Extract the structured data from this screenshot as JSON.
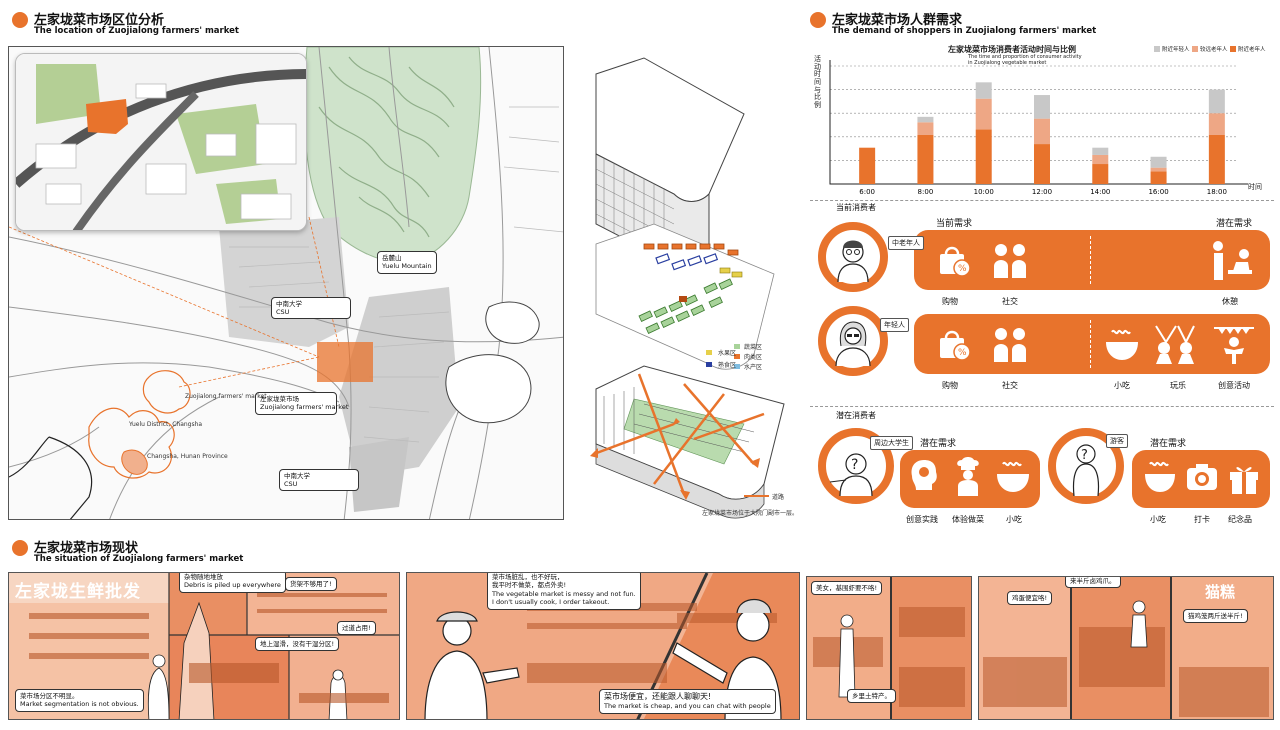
{
  "location": {
    "title": "左家垅菜市场区位分析",
    "subtitle": "The location of Zuojialong farmers' market",
    "labels": {
      "yuelu_cn": "岳麓山",
      "yuelu_en": "Yuelu Mountain",
      "csu1_cn": "中南大学",
      "csu1_en": "CSU",
      "market_cn": "左家垅菜市场",
      "market_en": "Zuojialong farmers' market",
      "csu2_cn": "中南大学",
      "csu2_en": "CSU",
      "zj_small": "Zuojialong farmers' market",
      "yuelu_district": "Yuelu District, Changsha",
      "changsha": "Changsha, Hunan Province"
    },
    "iso": {
      "legend": [
        "水果区",
        "蔬菜区",
        "熟食区",
        "肉类区",
        "水产区"
      ],
      "road_label": "道路",
      "caption": "左家垅菜市场位于大院门副市一层。"
    }
  },
  "demand": {
    "title": "左家垅菜市场人群需求",
    "subtitle": "The demand of shoppers in Zuojialong farmers' market",
    "chart_title": "左家垅菜市场消费者活动时间与比例",
    "chart_sub1": "The time and proportion of consumer activity",
    "chart_sub2": "in Zuojialong vegetable market",
    "ylabel": "活动时间与比例",
    "xlabel": "时间",
    "current_consumers": "当前消费者",
    "current_needs": "当前需求",
    "potential_needs_header": "潜在需求",
    "middle_aged": "中老年人",
    "young": "年轻人",
    "row1_labels": [
      "购物",
      "社交",
      "休憩"
    ],
    "row2_labels": [
      "购物",
      "社交",
      "小吃",
      "玩乐",
      "创意活动"
    ],
    "potential_consumers": "潜在消费者",
    "students": "周边大学生",
    "tourists": "游客",
    "potential_needs": "潜在需求",
    "row3_labels": [
      "创意实践",
      "体验做菜",
      "小吃"
    ],
    "row4_labels": [
      "小吃",
      "打卡",
      "纪念品"
    ],
    "colors": {
      "young": "#c8c8c8",
      "mid": "#eea785",
      "old": "#e8732c",
      "accent": "#e8732c"
    }
  },
  "chart_data": {
    "type": "bar",
    "title": "左家垅菜市场消费者活动时间与比例",
    "xlabel": "时间",
    "ylabel": "活动时间与比例",
    "categories": [
      "6:00",
      "8:00",
      "10:00",
      "12:00",
      "14:00",
      "16:00",
      "18:00"
    ],
    "series": [
      {
        "name": "附近老年人",
        "values": [
          2.0,
          2.7,
          3.0,
          2.2,
          1.1,
          0.7,
          2.7
        ]
      },
      {
        "name": "较远老年人",
        "values": [
          0,
          0.7,
          1.7,
          1.4,
          0.5,
          0.2,
          1.2
        ]
      },
      {
        "name": "附近年轻人",
        "values": [
          0,
          0.3,
          0.9,
          1.3,
          0.4,
          0.6,
          1.3
        ]
      }
    ],
    "stacked": true,
    "ylim": [
      0,
      6.5
    ],
    "grid": true,
    "legend": "top-right"
  },
  "situation": {
    "title": "左家垅菜市场现状",
    "subtitle": "The situation of Zuojialong farmers' market",
    "sign": "左家垅生鲜批发",
    "sign2": "猫糕",
    "bubbles": {
      "b1_cn": "杂物随地堆放",
      "b1_en": "Debris is piled up everywhere",
      "b2": "货架不够用了!",
      "b3": "过道占用!",
      "b4": "地上湿滑，没有干湿分区!",
      "b5_cn": "菜市场分区不明显。",
      "b5_en": "Market segmentation is not obvious.",
      "b6_cn1": "菜市场脏乱，也不好玩，",
      "b6_cn2": "我平时不做菜，都点外卖!",
      "b6_en1": "The vegetable market is messy and not fun.",
      "b6_en2": "I don't usually cook, I order takeout.",
      "b7_cn": "菜市场便宜，还能跟人聊聊天!",
      "b7_en": "The market is cheap, and you can chat with people",
      "b8": "美女，基围虾要不咯!",
      "b9": "乡里土特产。",
      "b10": "来半斤卤鸡爪。",
      "b11": "鸡蛋便宜咯!",
      "b12": "猫鸡笼两斤送半斤!"
    }
  }
}
